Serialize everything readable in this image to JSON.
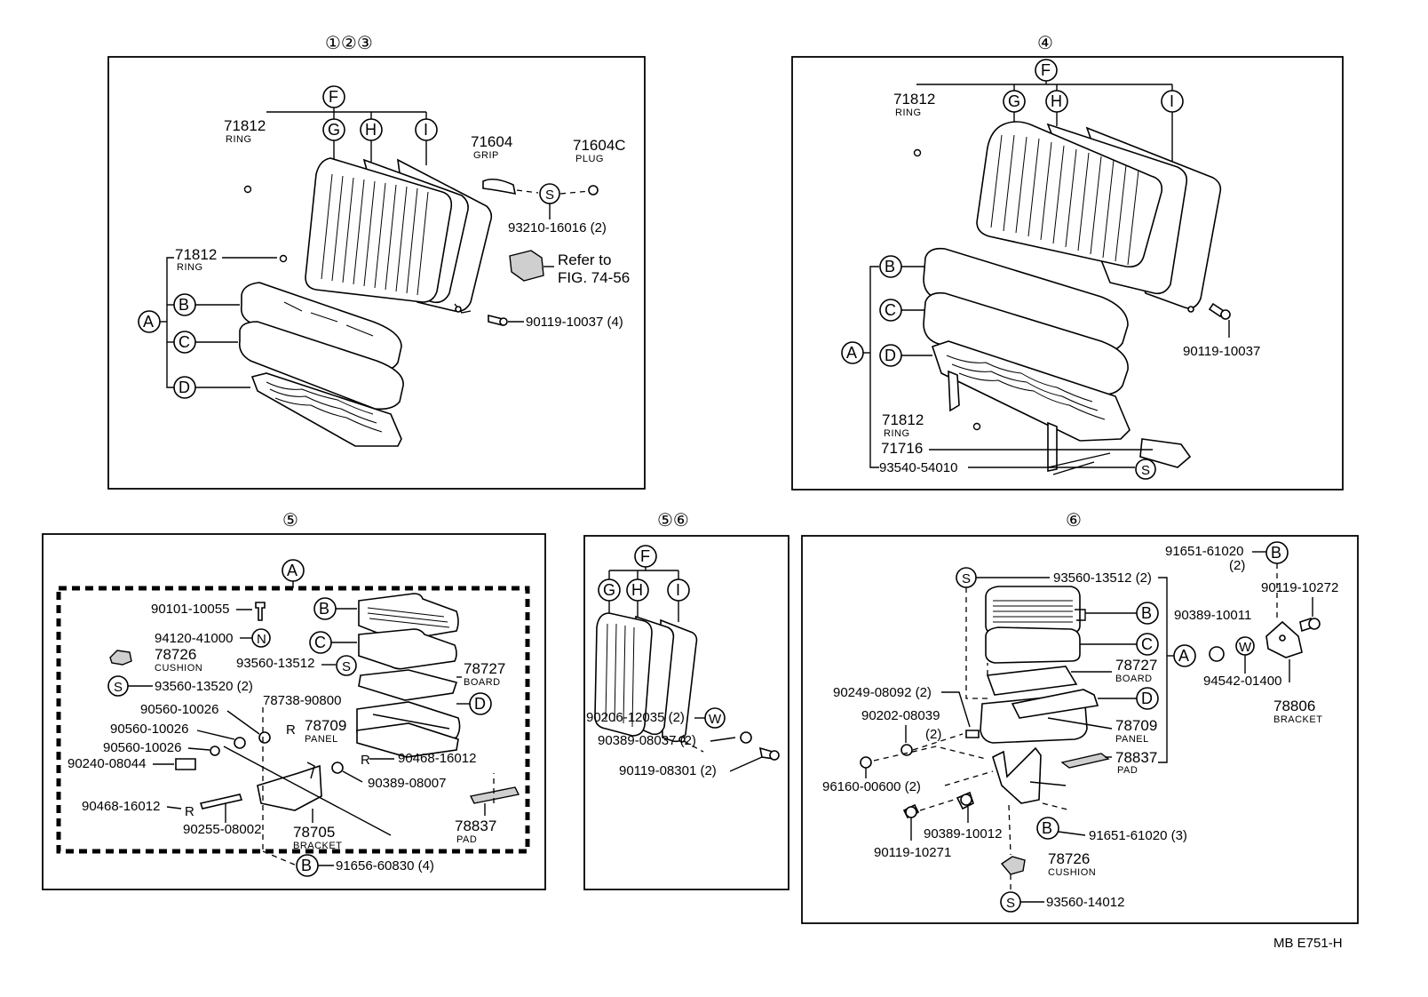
{
  "diagram": {
    "headers": [
      "①②③",
      "④",
      "⑤",
      "⑤⑥",
      "⑥"
    ],
    "callouts": {
      "A": "A",
      "B": "B",
      "C": "C",
      "D": "D",
      "F": "F",
      "G": "G",
      "H": "H",
      "I": "I",
      "S": "S",
      "N": "N",
      "W": "W"
    },
    "p1": {
      "ring1_num": "71812",
      "ring1_lbl": "RING",
      "grip_num": "71604",
      "grip_lbl": "GRIP",
      "plug_num": "71604C",
      "plug_lbl": "PLUG",
      "screw": "93210-16016 (2)",
      "refer1": "Refer to",
      "refer2": "FIG. 74-56",
      "ring2_num": "71812",
      "ring2_lbl": "RING",
      "bolt": "90119-10037 (4)"
    },
    "p2": {
      "ring1_num": "71812",
      "ring1_lbl": "RING",
      "bolt": "90119-10037",
      "ring2_num": "71812",
      "ring2_lbl": "RING",
      "part": "71716",
      "screw": "93540-54010"
    },
    "p3": {
      "bolt": "90101-10055",
      "nut": "94120-41000",
      "cushion_num": "78726",
      "cushion_lbl": "CUSHION",
      "screw1": "93560-13512",
      "screw2": "93560-13520 (2)",
      "board_num": "78727",
      "board_lbl": "BOARD",
      "pin": "78738-90800",
      "washer1": "90560-10026",
      "panel_num": "78709",
      "panel_lbl": "PANEL",
      "washer2": "90560-10026",
      "washer3": "90560-10026",
      "bolt2": "90240-08044",
      "clip1": "90468-16012",
      "nut2": "90389-08007",
      "clip2": "90468-16012",
      "pin2": "90255-08002",
      "bracket_num": "78705",
      "bracket_lbl": "BRACKET",
      "pad_num": "78837",
      "pad_lbl": "PAD",
      "clip3": "91656-60830 (4)"
    },
    "p4": {
      "screw": "90206-12035 (2)",
      "nut": "90389-08037 (2)",
      "bolt": "90119-08301 (2)"
    },
    "p5": {
      "clip1": "91651-61020",
      "clip1_qty": "(2)",
      "screw1": "93560-13512 (2)",
      "bolt1": "90119-10272",
      "nut1": "90389-10011",
      "board_num": "78727",
      "board_lbl": "BOARD",
      "washer": "94542-01400",
      "bracket_num": "78806",
      "bracket_lbl": "BRACKET",
      "bolt2": "90249-08092 (2)",
      "bolt3": "90202-08039",
      "bolt3_qty": "(2)",
      "panel_num": "78709",
      "panel_lbl": "PANEL",
      "pad_num": "78837",
      "pad_lbl": "PAD",
      "nut2": "96160-00600 (2)",
      "nut3": "90389-10012",
      "clip2": "91651-61020 (3)",
      "bolt4": "90119-10271",
      "cushion_num": "78726",
      "cushion_lbl": "CUSHION",
      "screw2": "93560-14012"
    },
    "code": "MB  E751-H"
  }
}
